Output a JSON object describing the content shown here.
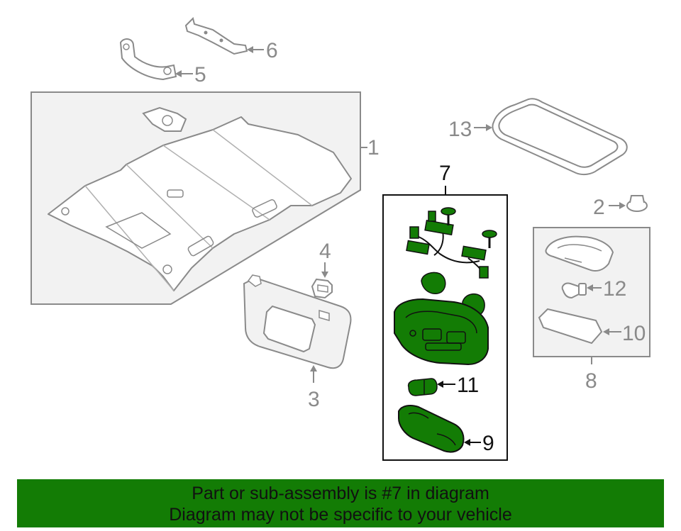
{
  "diagram": {
    "callouts": {
      "c1": "1",
      "c2": "2",
      "c3": "3",
      "c4": "4",
      "c5": "5",
      "c6": "6",
      "c7": "7",
      "c8": "8",
      "c9": "9",
      "c10": "10",
      "c11": "11",
      "c12": "12",
      "c13": "13"
    },
    "colors": {
      "highlight": "#137c05",
      "line": "#8a8a8a",
      "box_fill": "#f2f2f2",
      "part_fill": "#ffffff"
    }
  },
  "banner": {
    "line1": "Part or sub-assembly is #7 in diagram",
    "line2": "Diagram may not be specific to your vehicle"
  }
}
